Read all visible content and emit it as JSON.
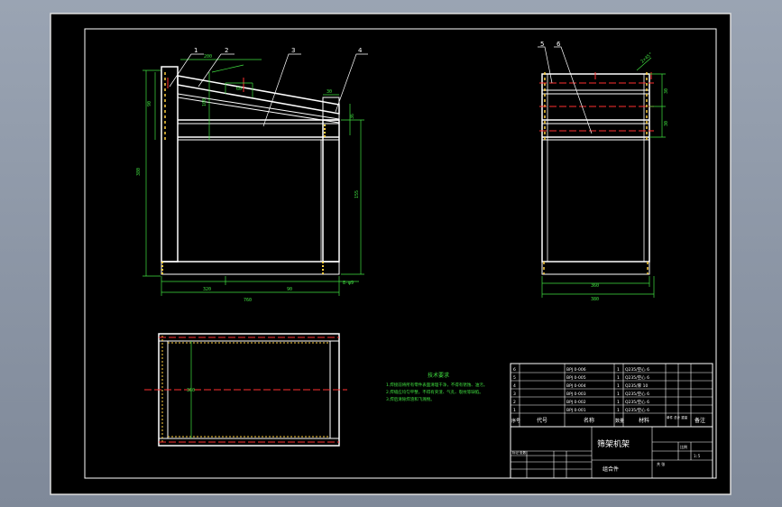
{
  "balloons": [
    "1",
    "2",
    "3",
    "4",
    "5",
    "6"
  ],
  "tech_notes": {
    "title": "技术要求",
    "lines": [
      "1.焊接前将所有零件表面清理干净，不得有锈蚀、油污。",
      "2.焊缝应均匀平整，不得有夹渣、气孔、裂纹等缺陷。",
      "3.焊后清除焊渣和飞溅物。"
    ]
  },
  "bom_rows": [
    {
      "no": "6",
      "code": "BPJ 0-006",
      "qty": "1",
      "material": "Q235/空心 6"
    },
    {
      "no": "5",
      "code": "BPJ 0-005",
      "qty": "1",
      "material": "Q235/空心 6"
    },
    {
      "no": "4",
      "code": "BPJ 0-004",
      "qty": "1",
      "material": "Q235/厚 10"
    },
    {
      "no": "3",
      "code": "BPJ 0-003",
      "qty": "1",
      "material": "Q235/空心 6"
    },
    {
      "no": "2",
      "code": "BPJ 0-002",
      "qty": "1",
      "material": "Q235/空心 6"
    },
    {
      "no": "1",
      "code": "BPJ 0-001",
      "qty": "1",
      "material": "Q235/空心 6"
    }
  ],
  "bom_header": {
    "no": "序号",
    "code": "代号",
    "name": "名称",
    "qty": "数量",
    "material": "材料",
    "weight": "单件 总计 重量",
    "remark": "备注"
  },
  "title_block": {
    "drawing_title": "筛架机架",
    "subtitle": "组合件",
    "sign_label": "标记 处数",
    "scale_label": "比例",
    "sheet_label": "共 张",
    "scale": "1:5"
  },
  "colors": {
    "frame": "#ffffff",
    "paper": "#000000",
    "center": "#ff3030",
    "dim": "#40e040",
    "hidden": "#ffd040",
    "notes": "#40e040"
  }
}
